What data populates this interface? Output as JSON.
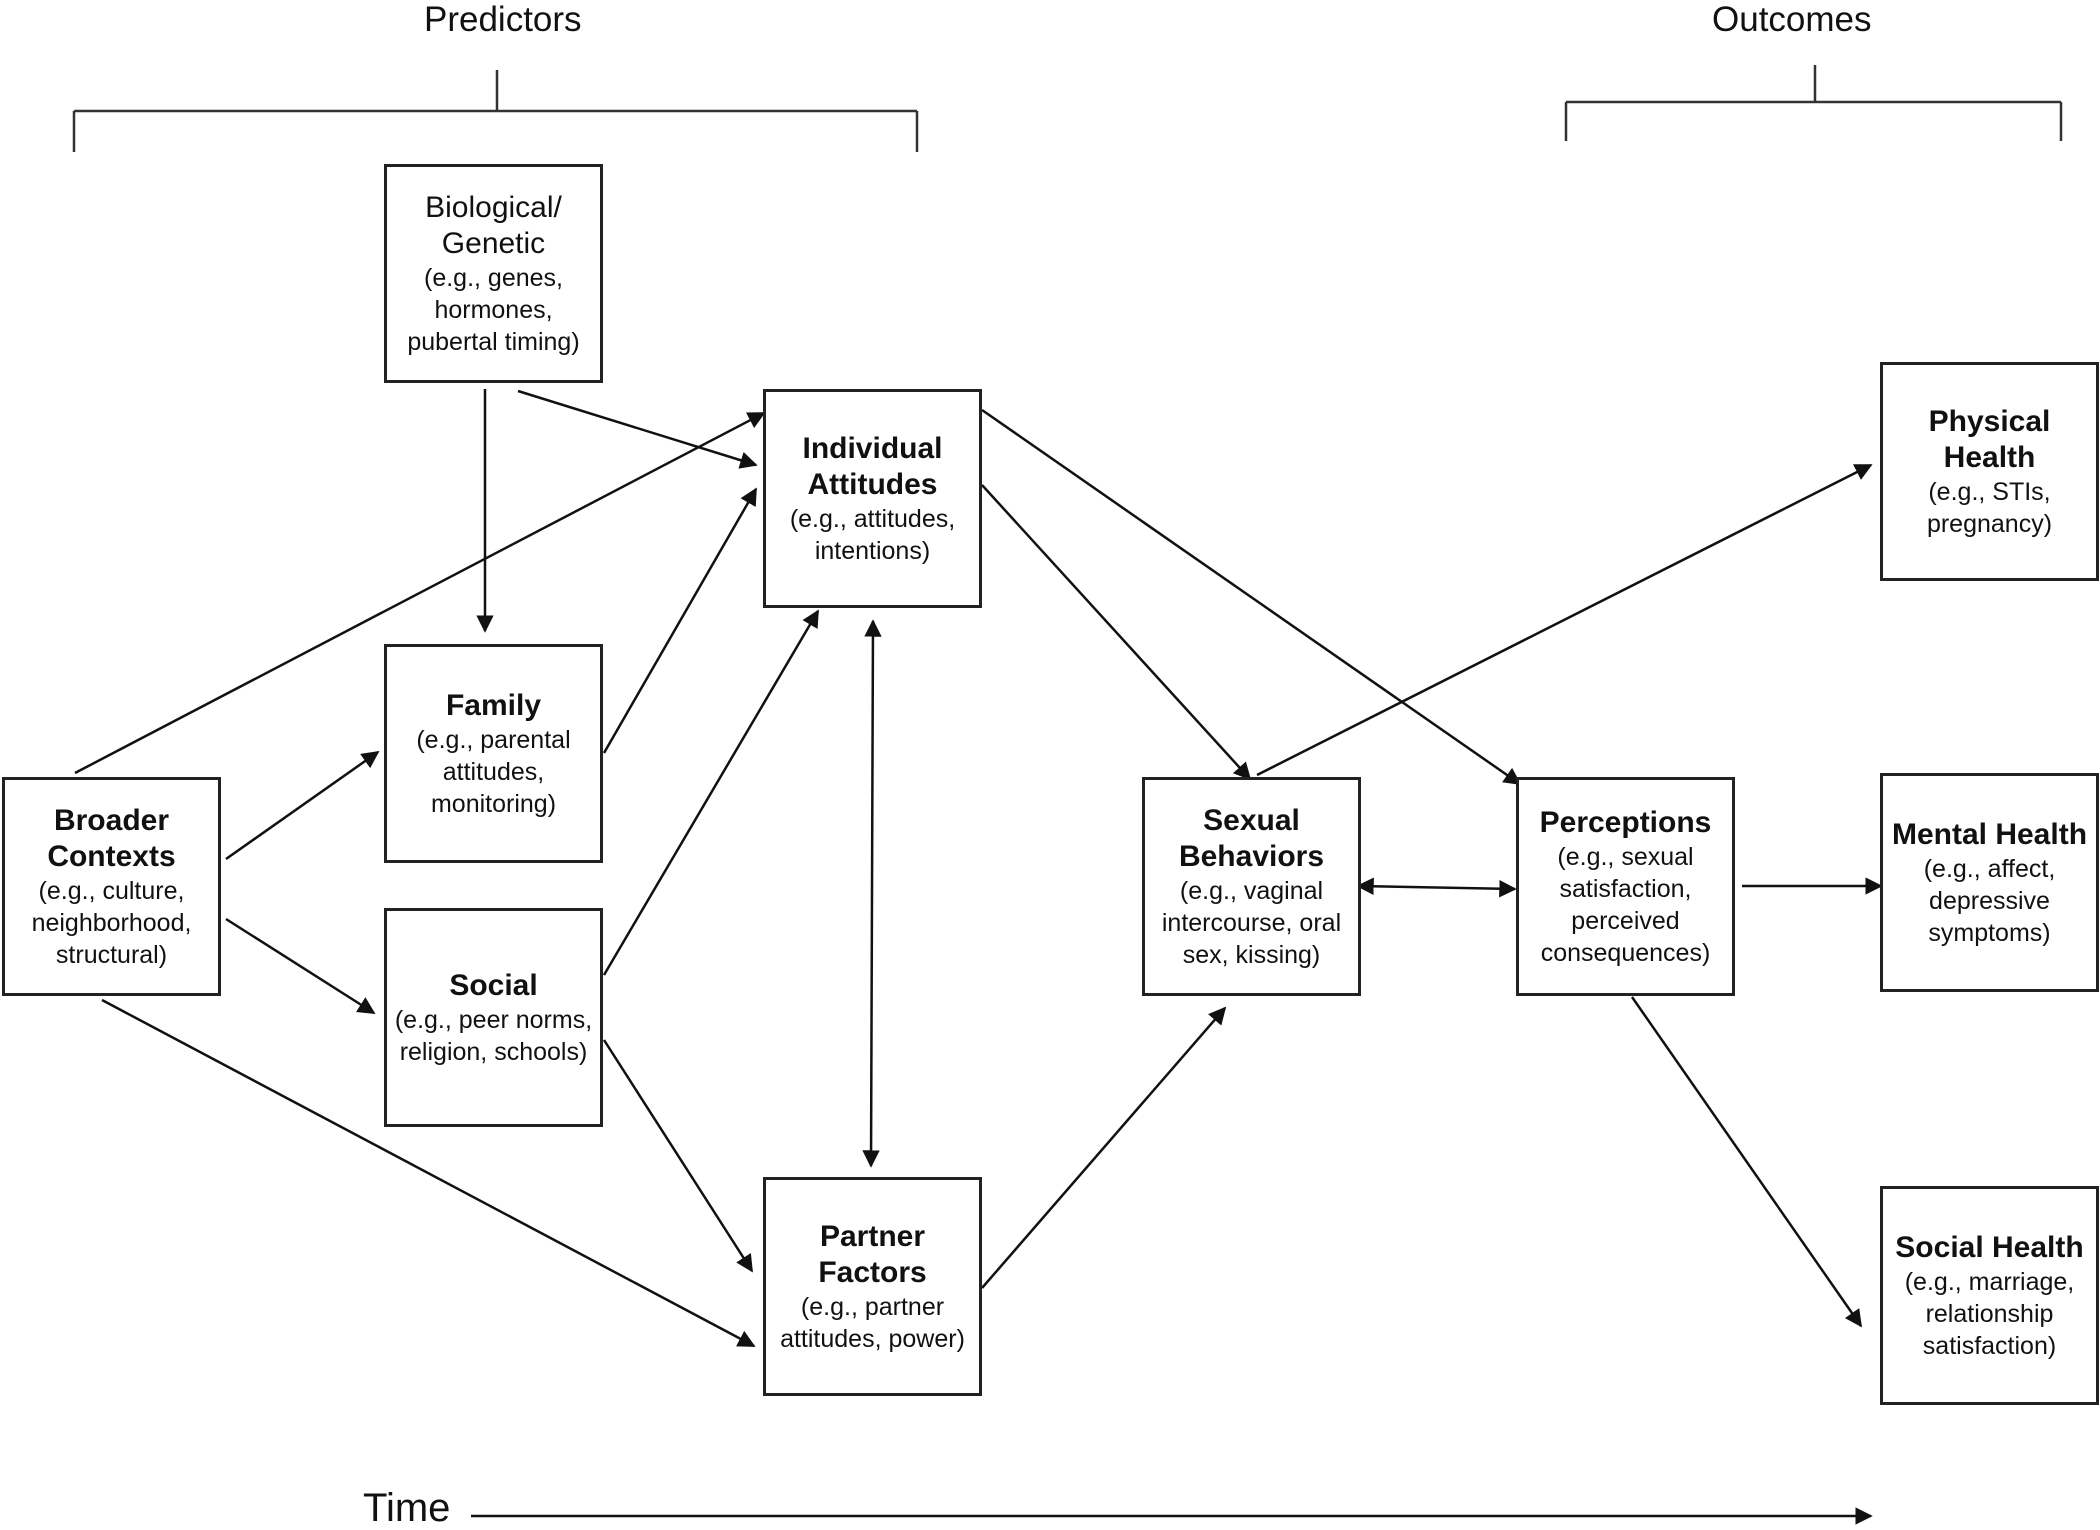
{
  "groups": {
    "predictors": "Predictors",
    "outcomes": "Outcomes"
  },
  "time_label": "Time",
  "nodes": {
    "biological": {
      "title": "Biological/ Genetic",
      "desc": "(e.g., genes, hormones, pubertal timing)"
    },
    "individual": {
      "title": "Individual Attitudes",
      "desc": "(e.g., attitudes, intentions)"
    },
    "family": {
      "title": "Family",
      "desc": "(e.g., parental attitudes, monitoring)"
    },
    "broader": {
      "title": "Broader Contexts",
      "desc": "(e.g., culture, neighborhood, structural)"
    },
    "social": {
      "title": "Social",
      "desc": "(e.g., peer norms, religion, schools)"
    },
    "partner": {
      "title": "Partner Factors",
      "desc": "(e.g., partner attitudes, power)"
    },
    "sexual": {
      "title": "Sexual Behaviors",
      "desc": "(e.g., vaginal intercourse, oral sex, kissing)"
    },
    "perceptions": {
      "title": "Perceptions",
      "desc": "(e.g., sexual satisfaction, perceived consequences)"
    },
    "physical": {
      "title": "Physical Health",
      "desc": "(e.g., STIs, pregnancy)"
    },
    "mental": {
      "title": "Mental Health",
      "desc": "(e.g., affect, depressive symptoms)"
    },
    "socialhealth": {
      "title": "Social Health",
      "desc": "(e.g., marriage, relationship satisfaction)"
    }
  }
}
